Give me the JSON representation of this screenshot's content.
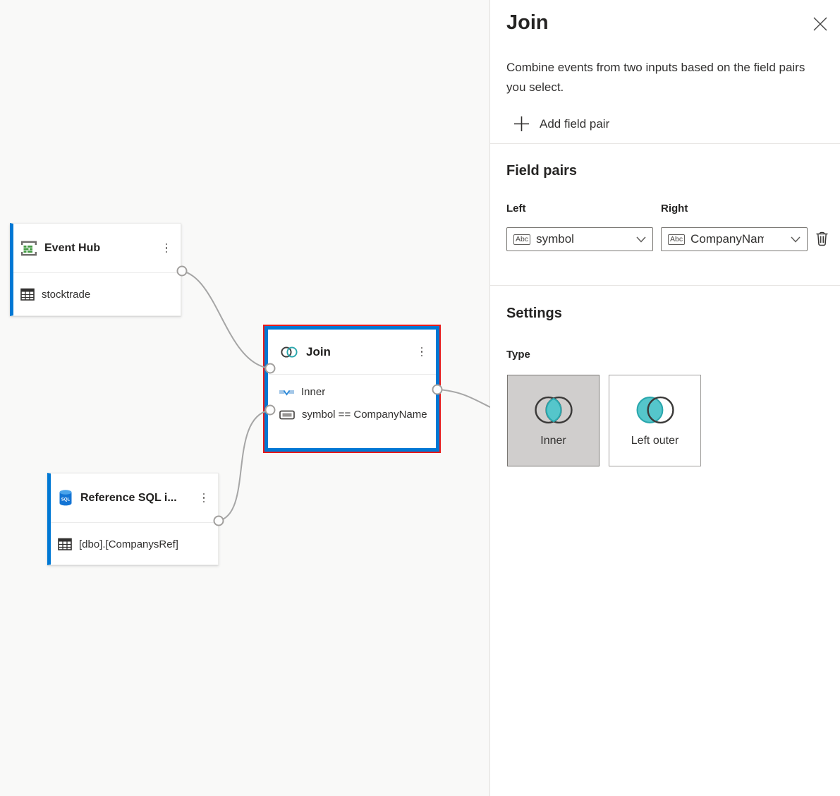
{
  "panel": {
    "title": "Join",
    "description": "Combine events from two inputs based on the field pairs you select.",
    "add_field_pair": "Add field pair",
    "field_pairs": {
      "heading": "Field pairs",
      "left_label": "Left",
      "right_label": "Right",
      "type_badge": "Abc",
      "left_value": "symbol",
      "right_value": "CompanyName"
    },
    "settings": {
      "heading": "Settings",
      "type_label": "Type",
      "options": [
        {
          "label": "Inner",
          "selected": true
        },
        {
          "label": "Left outer",
          "selected": false
        }
      ]
    }
  },
  "canvas": {
    "nodes": [
      {
        "title": "Event Hub",
        "table": "stocktrade"
      },
      {
        "title": "Join",
        "join_type": "Inner",
        "condition": "symbol == CompanyName",
        "selected": true
      },
      {
        "title": "Reference SQL i...",
        "table": "[dbo].[CompanysRef]"
      }
    ]
  },
  "colors": {
    "accent_blue": "#0078d4",
    "selection_red": "#e81a1a",
    "teal_fill": "#55c6cb",
    "teal_stroke": "#2aa7ad",
    "connector_gray": "#a6a6a6",
    "selected_card_bg": "#d0cecd",
    "canvas_bg": "#f9f9f8"
  }
}
